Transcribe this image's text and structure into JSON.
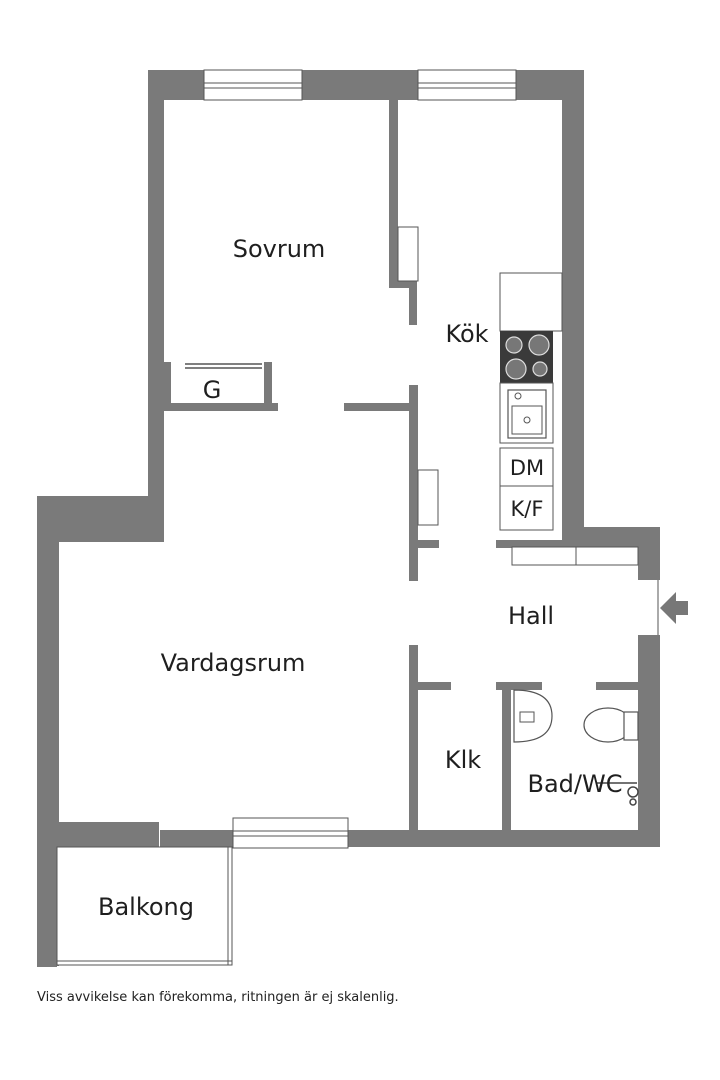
{
  "rooms": {
    "sovrum": "Sovrum",
    "kok": "Kök",
    "garderob": "G",
    "diskmaskin": "DM",
    "kylfrys": "K/F",
    "hall": "Hall",
    "vardagsrum": "Vardagsrum",
    "klk": "Klk",
    "bad_wc": "Bad/WC",
    "balkong": "Balkong"
  },
  "disclaimer": "Viss avvikelse kan förekomma, ritningen är ej skalenlig.",
  "colors": {
    "wall": "#7a7a7a",
    "fixture_dark": "#3a3a3a",
    "line": "#555555"
  },
  "icons": [
    "entrance-arrow-icon",
    "stove-icon",
    "sink-icon",
    "toilet-icon",
    "washbasin-icon",
    "window-icon"
  ]
}
